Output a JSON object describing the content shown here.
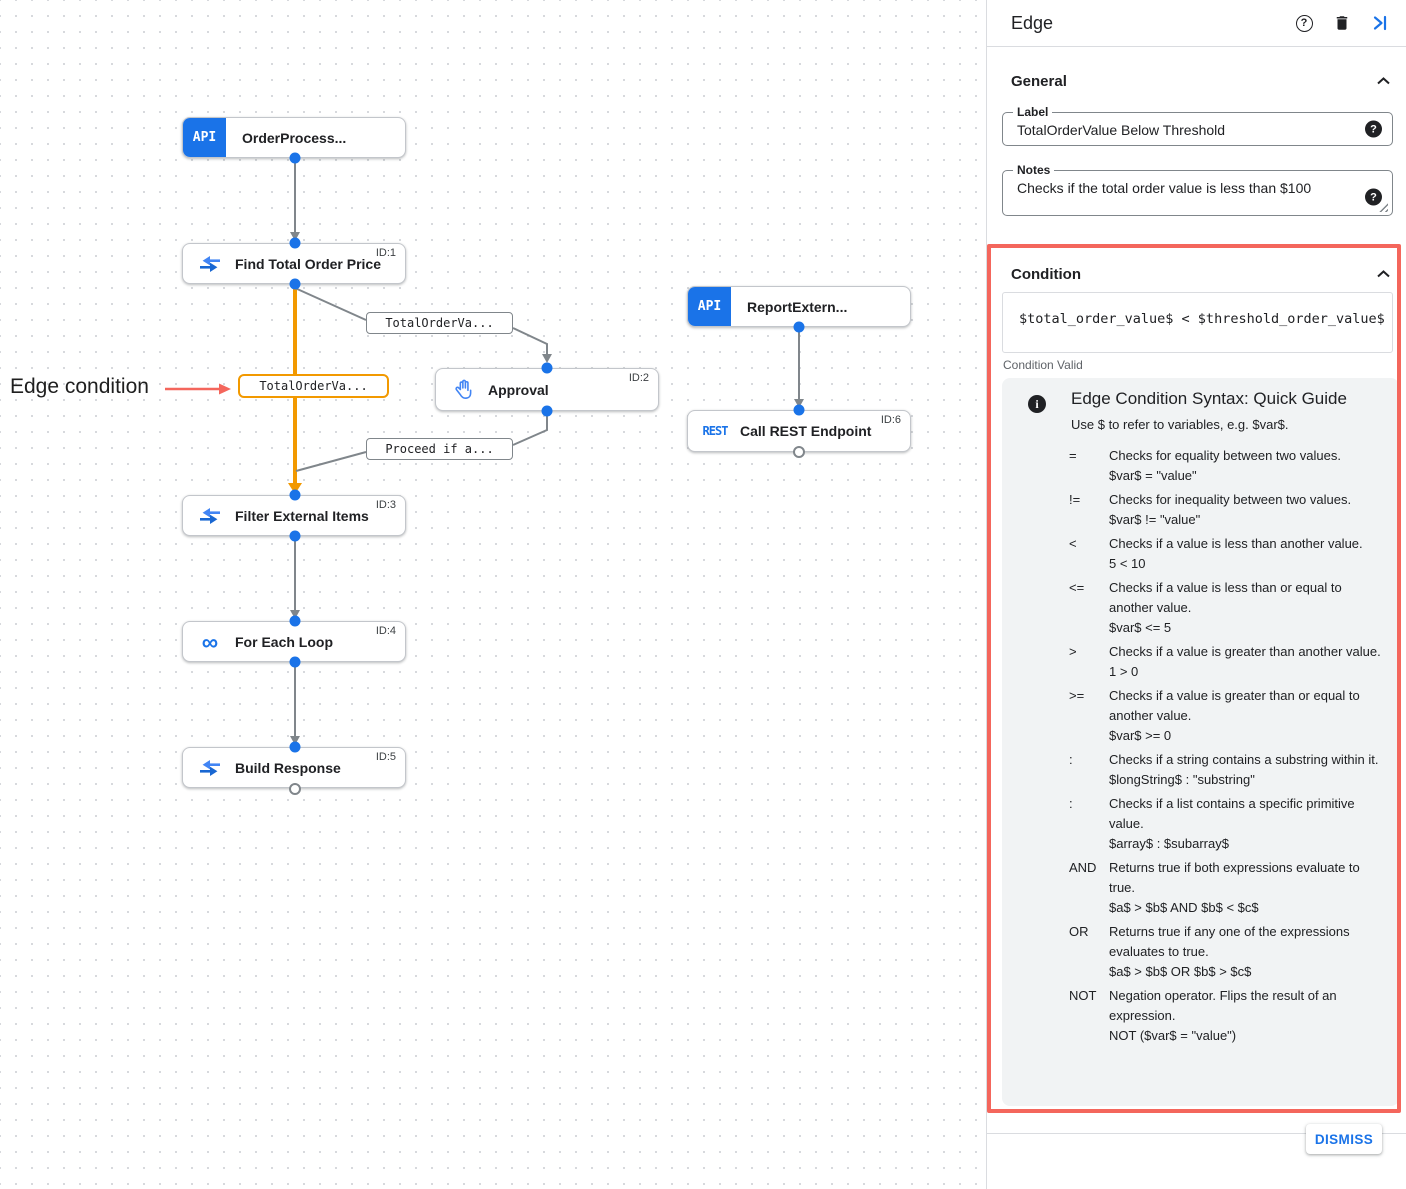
{
  "colors": {
    "accent_blue": "#1a73e8",
    "edge_gray": "#80868b",
    "selected_edge_orange": "#f29900",
    "highlight_red": "#f4665c",
    "guide_background": "#f1f3f4"
  },
  "canvas": {
    "annotation": {
      "text": "Edge condition"
    },
    "nodes": {
      "order_trigger": {
        "badge": "API",
        "title": "OrderProcess..."
      },
      "find_total": {
        "title": "Find Total Order Price",
        "id": "ID:1"
      },
      "approval": {
        "title": "Approval",
        "id": "ID:2"
      },
      "report_trigger": {
        "badge": "API",
        "title": "ReportExtern..."
      },
      "call_rest": {
        "badge": "REST",
        "title": "Call REST Endpoint",
        "id": "ID:6"
      },
      "filter_items": {
        "title": "Filter External Items",
        "id": "ID:3"
      },
      "for_each": {
        "glyph": "∞",
        "title": "For Each Loop",
        "id": "ID:4"
      },
      "build_response": {
        "title": "Build Response",
        "id": "ID:5"
      }
    },
    "edge_labels": {
      "to_approval": "TotalOrderVa...",
      "selected": "TotalOrderVa...",
      "from_approval": "Proceed if a..."
    }
  },
  "panel": {
    "title": "Edge",
    "general": {
      "heading": "General",
      "label_field": {
        "label": "Label",
        "value": "TotalOrderValue Below Threshold"
      },
      "notes_field": {
        "label": "Notes",
        "value": "Checks if the total order value is less than $100"
      }
    },
    "condition": {
      "heading": "Condition",
      "expression": "$total_order_value$ < $threshold_order_value$",
      "status": "Condition Valid",
      "guide": {
        "info_glyph": "i",
        "title": "Edge Condition Syntax: Quick Guide",
        "intro": "Use $ to refer to variables, e.g. $var$.",
        "rows": [
          {
            "op": "=",
            "desc": "Checks for equality between two values.",
            "example": "$var$ = \"value\""
          },
          {
            "op": "!=",
            "desc": "Checks for inequality between two values.",
            "example": "$var$ != \"value\""
          },
          {
            "op": "<",
            "desc": "Checks if a value is less than another value.",
            "example": "5 < 10"
          },
          {
            "op": "<=",
            "desc": "Checks if a value is less than or equal to another value.",
            "example": "$var$ <= 5"
          },
          {
            "op": ">",
            "desc": "Checks if a value is greater than another value.",
            "example": "1 > 0"
          },
          {
            "op": ">=",
            "desc": "Checks if a value is greater than or equal to another value.",
            "example": "$var$ >= 0"
          },
          {
            "op": ":",
            "desc": "Checks if a string contains a substring within it.",
            "example": "$longString$ : \"substring\""
          },
          {
            "op": ":",
            "desc": "Checks if a list contains a specific primitive value.",
            "example": "$array$ : $subarray$"
          },
          {
            "op": "AND",
            "desc": "Returns true if both expressions evaluate to true.",
            "example": "$a$ > $b$ AND $b$ < $c$"
          },
          {
            "op": "OR",
            "desc": "Returns true if any one of the expressions evaluates to true.",
            "example": "$a$ > $b$ OR $b$ > $c$"
          },
          {
            "op": "NOT",
            "desc": "Negation operator. Flips the result of an expression.",
            "example": "NOT ($var$ = \"value\")"
          }
        ]
      }
    },
    "dismiss_label": "DISMISS"
  }
}
